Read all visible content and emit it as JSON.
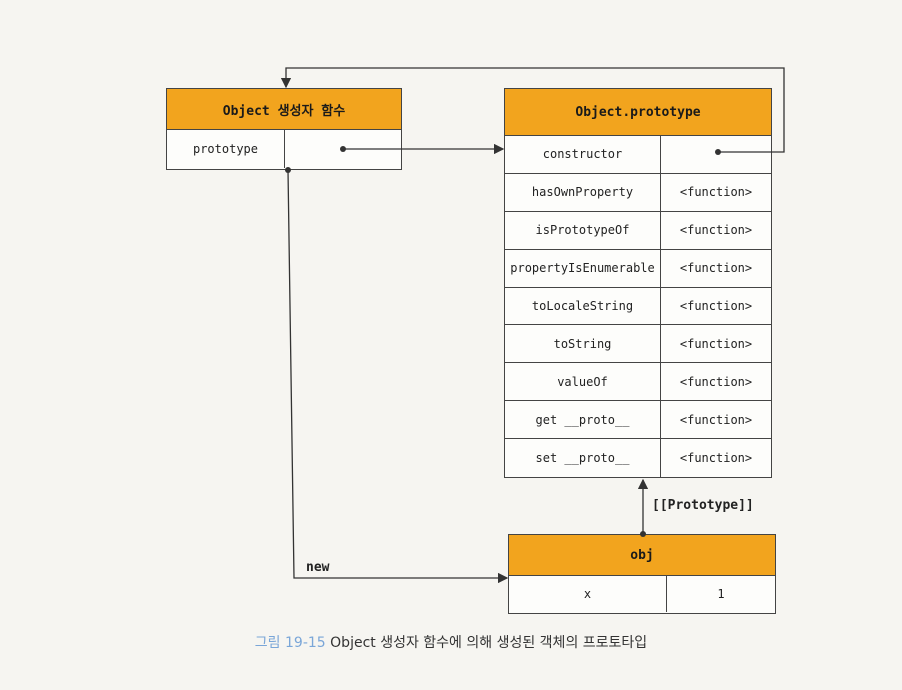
{
  "constructor_box": {
    "title": "Object 생성자 함수",
    "property": "prototype"
  },
  "prototype_box": {
    "title": "Object.prototype",
    "rows": [
      {
        "key": "constructor",
        "value": ""
      },
      {
        "key": "hasOwnProperty",
        "value": "<function>"
      },
      {
        "key": "isPrototypeOf",
        "value": "<function>"
      },
      {
        "key": "propertyIsEnumerable",
        "value": "<function>"
      },
      {
        "key": "toLocaleString",
        "value": "<function>"
      },
      {
        "key": "toString",
        "value": "<function>"
      },
      {
        "key": "valueOf",
        "value": "<function>"
      },
      {
        "key": "get __proto__",
        "value": "<function>"
      },
      {
        "key": "set __proto__",
        "value": "<function>"
      }
    ]
  },
  "obj_box": {
    "title": "obj",
    "rows": [
      {
        "key": "x",
        "value": "1"
      }
    ]
  },
  "labels": {
    "new": "new",
    "prototype_link": "[[Prototype]]"
  },
  "caption": {
    "number": "그림 19-15",
    "text": "Object 생성자 함수에 의해 생성된 객체의 프로토타입"
  },
  "colors": {
    "header": "#f2a41e",
    "caption_number": "#7aa6d8"
  }
}
